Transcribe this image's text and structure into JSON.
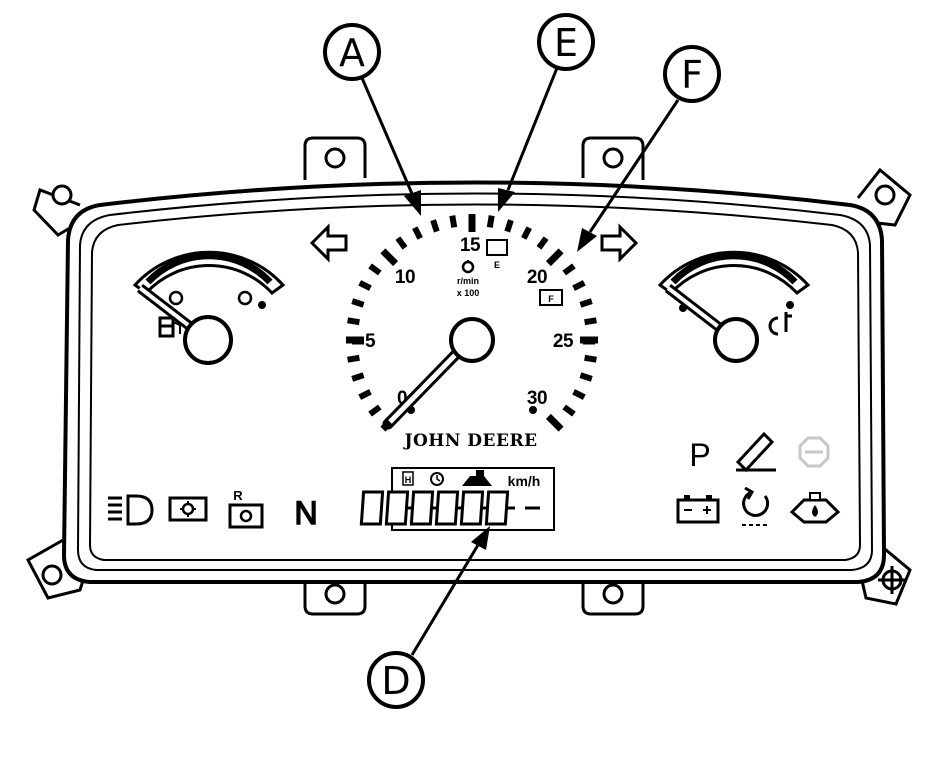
{
  "callouts": {
    "a": "A",
    "e": "E",
    "f": "F",
    "d": "D"
  },
  "tachometer": {
    "scale_labels": [
      "0",
      "5",
      "10",
      "15",
      "20",
      "25",
      "30"
    ],
    "unit_line_1": "r/min",
    "unit_line_2": "x 100",
    "e_box": "E",
    "f_box": "F",
    "brand": "JOHN DEERE"
  },
  "lcd": {
    "unit_label": "km/h",
    "h_label": "H"
  },
  "indicators": {
    "park_letter": "P",
    "neutral_letter": "N",
    "reverse_letter": "R"
  },
  "icons": [
    "left-turn-arrow-icon",
    "right-turn-arrow-icon",
    "headlight-icon",
    "pto-icon",
    "reverse-pto-icon",
    "parking-brake-letter-icon",
    "service-wrench-icon",
    "stop-sign-icon",
    "battery-icon",
    "engine-preheat-icon",
    "oil-pressure-icon",
    "fuel-pump-icon",
    "coolant-temperature-icon",
    "clock-icon"
  ],
  "colors": {
    "ink": "#000000",
    "paper": "#ffffff",
    "faded": "#c8c8c8"
  }
}
